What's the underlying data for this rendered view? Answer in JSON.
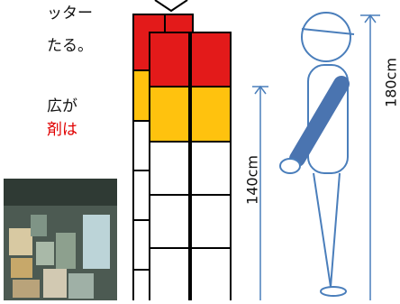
{
  "text": {
    "line1": "ッター",
    "line2": "たる。",
    "line3": "広が",
    "line4": "剤は"
  },
  "labels": {
    "height_140": "140cm",
    "height_180": "180cm"
  },
  "colors": {
    "red_box": "#e31a1a",
    "orange_box": "#ffc20e",
    "dimension_line": "#4a7ebb",
    "arm": "#4a74b0",
    "red_text": "#e00000"
  },
  "icons": {
    "figure": "stick-figure-icon",
    "photo": "storage-room-photo"
  }
}
